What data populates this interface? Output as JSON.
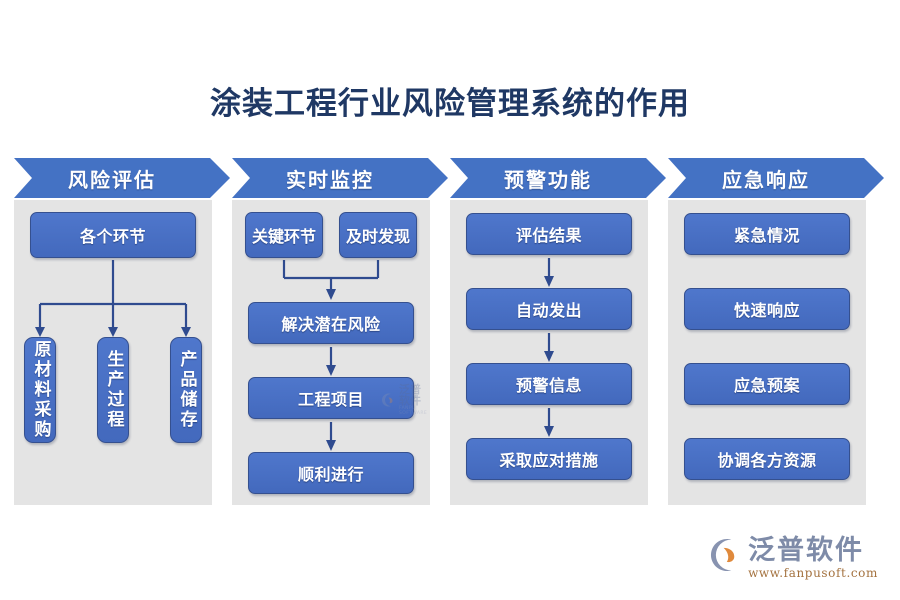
{
  "title": "涂装工程行业风险管理系统的作用",
  "colors": {
    "title_color": "#1f3864",
    "banner_blue": "#4472c4",
    "node_blue": "#4a72c8",
    "node_border": "#35508f",
    "panel_gray": "#e4e4e4",
    "connector_navy": "#2f4b8f",
    "page_background": "#ffffff",
    "logo_gray": "#7e8ba8",
    "logo_orange": "#e08a3c"
  },
  "columns": [
    {
      "header": "风险评估",
      "nodes": [
        {
          "label": "各个环节",
          "kind": "wide"
        },
        {
          "label": "原材料采购",
          "kind": "vertical"
        },
        {
          "label": "生产过程",
          "kind": "vertical"
        },
        {
          "label": "产品储存",
          "kind": "vertical"
        }
      ]
    },
    {
      "header": "实时监控",
      "nodes": [
        {
          "label": "关键环节",
          "kind": "half"
        },
        {
          "label": "及时发现",
          "kind": "half"
        },
        {
          "label": "解决潜在风险",
          "kind": "wide"
        },
        {
          "label": "工程项目",
          "kind": "wide"
        },
        {
          "label": "顺利进行",
          "kind": "wide"
        }
      ]
    },
    {
      "header": "预警功能",
      "nodes": [
        {
          "label": "评估结果",
          "kind": "wide"
        },
        {
          "label": "自动发出",
          "kind": "wide"
        },
        {
          "label": "预警信息",
          "kind": "wide"
        },
        {
          "label": "采取应对措施",
          "kind": "wide"
        }
      ]
    },
    {
      "header": "应急响应",
      "nodes": [
        {
          "label": "紧急情况",
          "kind": "wide"
        },
        {
          "label": "快速响应",
          "kind": "wide"
        },
        {
          "label": "应急预案",
          "kind": "wide"
        },
        {
          "label": "协调各方资源",
          "kind": "wide"
        }
      ]
    }
  ],
  "watermark": {
    "text": "泛普软件",
    "sub": "FANPU SOFTWARE"
  },
  "logo": {
    "name": "泛普软件",
    "url": "www.fanpusoft.com"
  }
}
